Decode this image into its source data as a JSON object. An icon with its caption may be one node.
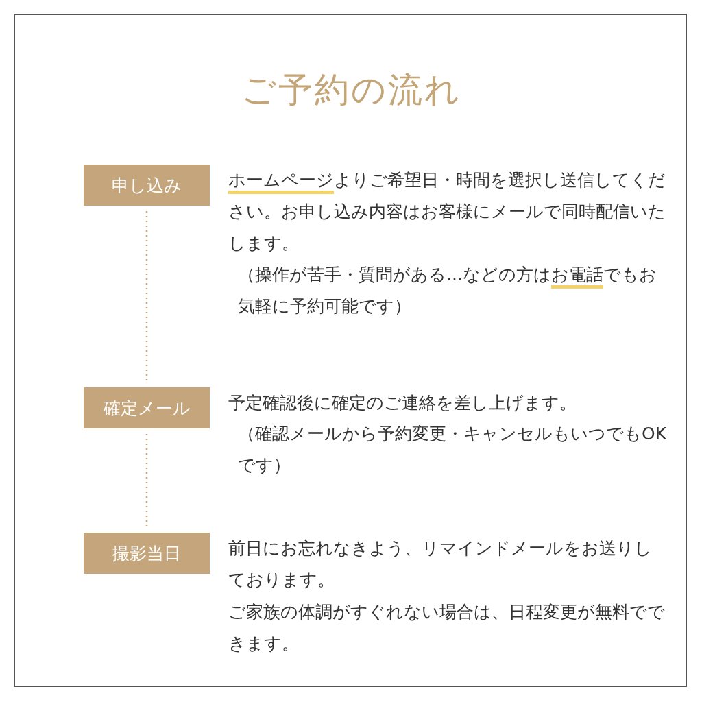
{
  "diagram": {
    "title": "ご予約の流れ",
    "nodes": [
      {
        "text": [
          "申し込み"
        ],
        "beside": [
          "**ホームページ**よりご希望日・時間を選択し送信してください。お申し込み内容はお客様にメールで同時配信いたします。",
          "（操作が苦手・質問がある...などの方は**お電話**でもお気軽に予約可能です）"
        ]
      },
      {
        "text": [
          "確定メール"
        ],
        "beside": [
          "予定確認後に確定のご連絡を差し上げます。",
          "（確認メールから予約変更・キャンセルもいつでもOKです）"
        ]
      },
      {
        "text": [
          "撮影当日"
        ],
        "beside": [
          "前日にお忘れなきよう、リマインドメールをお送りしております。",
          "ご家族の体調がすぐれない場合は、日程変更が無料でできます。"
        ]
      }
    ],
    "edges": [
      {
        "from": 0,
        "to": 1,
        "arrow": "none",
        "style": "dashed"
      },
      {
        "from": 1,
        "to": 2,
        "arrow": "none",
        "style": "dashed"
      }
    ]
  }
}
